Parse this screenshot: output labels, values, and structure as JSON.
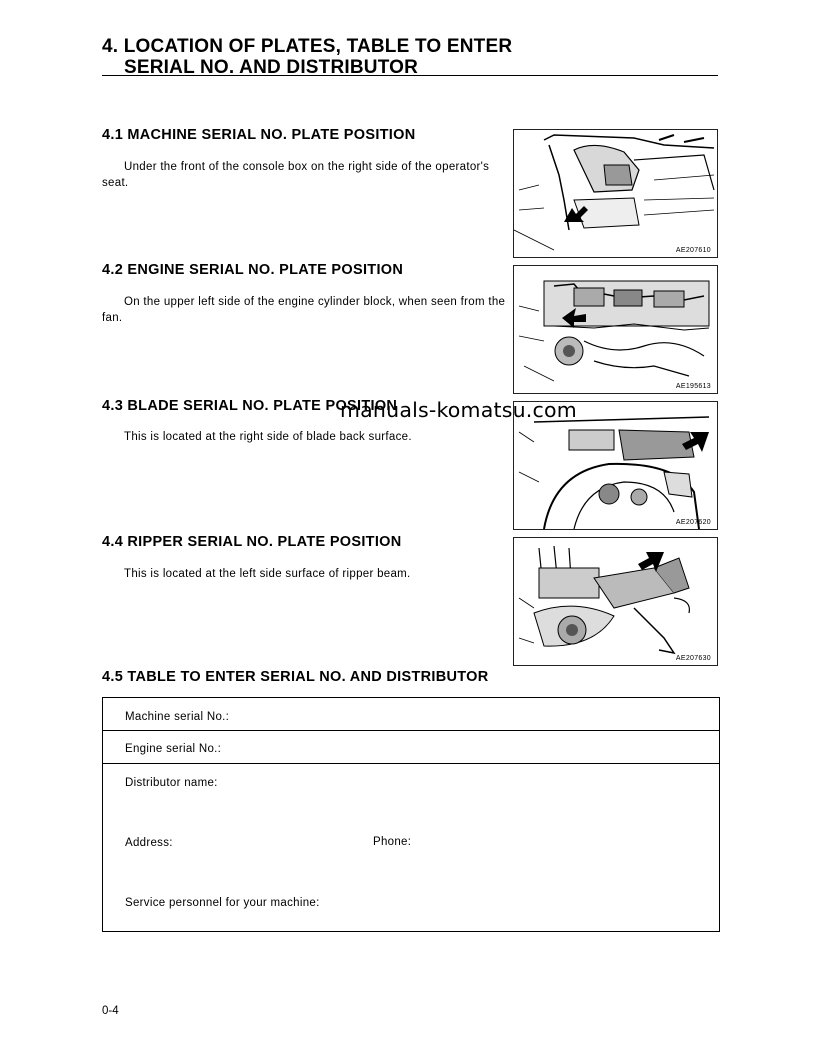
{
  "title": {
    "line1": "4. LOCATION OF PLATES, TABLE TO ENTER",
    "line2": "SERIAL NO. AND DISTRIBUTOR"
  },
  "sections": [
    {
      "heading": "4.1  MACHINE SERIAL NO. PLATE POSITION",
      "body": "Under the front of the console box on the right side of the operator's seat.",
      "figure_code": "AE207610"
    },
    {
      "heading": "4.2  ENGINE SERIAL NO. PLATE POSITION",
      "body": "On the upper left side of the engine cylinder block, when seen from the fan.",
      "figure_code": "AE195613"
    },
    {
      "heading": "4.3  BLADE SERIAL NO. PLATE POSITION",
      "body": "This is located at the right side of blade back surface.",
      "figure_code": "AE207620"
    },
    {
      "heading": "4.4  RIPPER SERIAL NO. PLATE POSITION",
      "body": "This is located at the left side surface of ripper beam.",
      "figure_code": "AE207630"
    }
  ],
  "table_section": {
    "heading": "4.5  TABLE TO ENTER SERIAL NO. AND DISTRIBUTOR",
    "machine_serial": "Machine serial No.:",
    "engine_serial": "Engine serial No.:",
    "distributor_name": "Distributor name:",
    "address": "Address:",
    "phone": "Phone:",
    "service_personnel": "Service personnel for your machine:"
  },
  "watermark": "manuals-komatsu.com",
  "page_number": "0-4"
}
